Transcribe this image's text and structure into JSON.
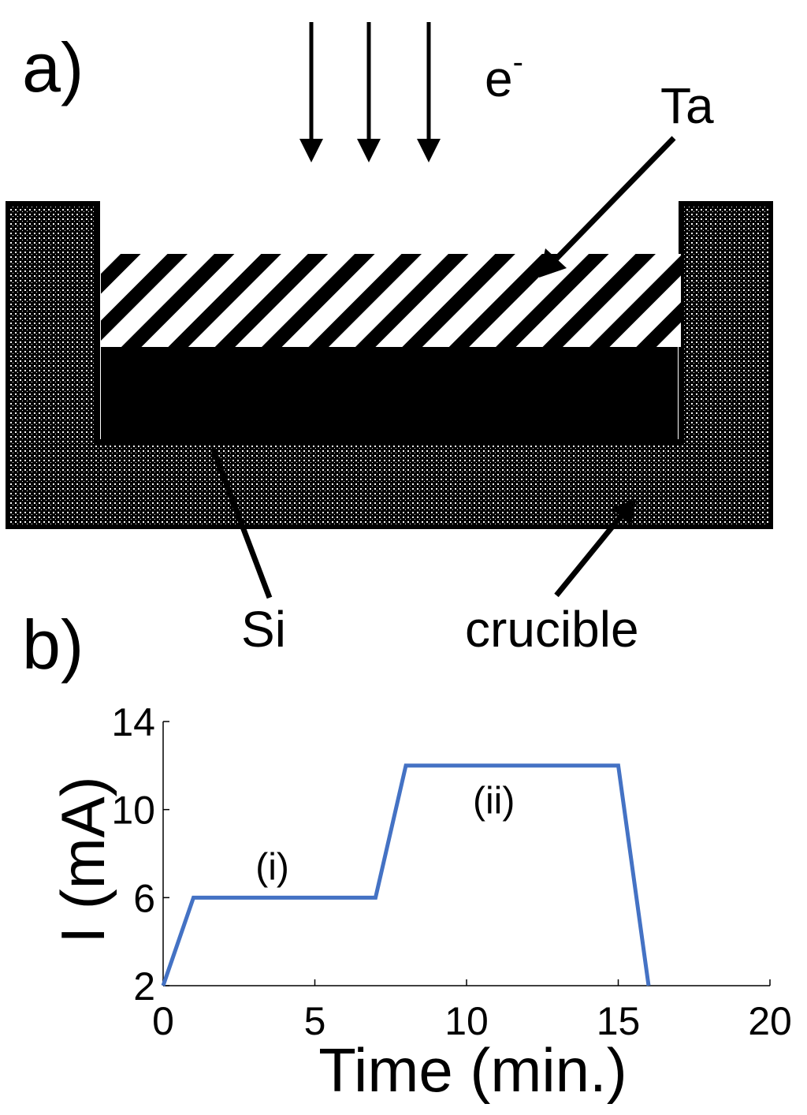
{
  "panel_a": {
    "label": "a)",
    "beam_label": "e",
    "beam_superscript": "-",
    "ta_label": "Ta",
    "si_label": "Si",
    "crucible_label": "crucible",
    "colors": {
      "ink": "#000000",
      "paper": "#ffffff"
    }
  },
  "panel_b": {
    "label": "b)"
  },
  "chart_data": {
    "type": "line",
    "title": "",
    "xlabel": "Time (min.)",
    "ylabel": "I (mA)",
    "xlim": [
      0,
      20
    ],
    "ylim": [
      2,
      14
    ],
    "xticks": [
      0,
      5,
      10,
      15,
      20
    ],
    "yticks": [
      2,
      6,
      10,
      14
    ],
    "grid": false,
    "series": [
      {
        "color": "#4472c4",
        "x": [
          0,
          1,
          7,
          8,
          15,
          16
        ],
        "y": [
          2,
          6,
          6,
          12,
          12,
          2
        ]
      }
    ],
    "annotations": [
      {
        "text": "(i)",
        "x": 3.6,
        "y": 7.4
      },
      {
        "text": "(ii)",
        "x": 10.9,
        "y": 10.4
      }
    ]
  }
}
